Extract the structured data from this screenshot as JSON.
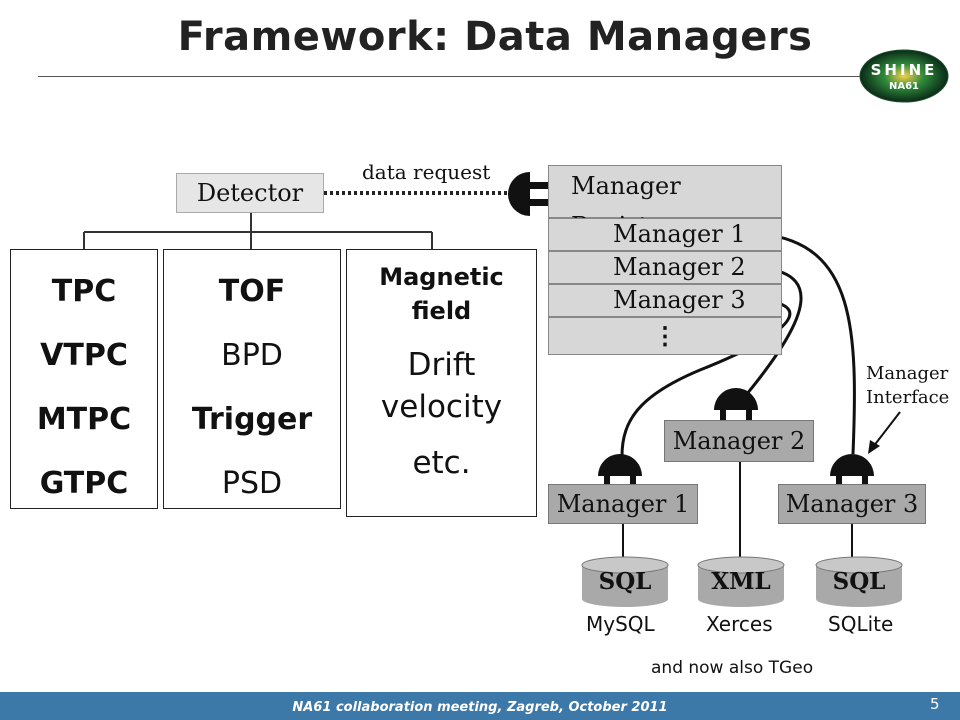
{
  "title": "Framework: Data Managers",
  "logo": {
    "text_top": "SHINE",
    "text_bottom": "NA61"
  },
  "detector": {
    "label": "Detector",
    "request_label": "data request"
  },
  "columns": {
    "col1": [
      "TPC",
      "VTPC",
      "MTPC",
      "GTPC"
    ],
    "col2": [
      "TOF",
      "BPD",
      "Trigger",
      "PSD"
    ],
    "col3": {
      "header": "Magnetic field",
      "line1": "Drift velocity",
      "line2": "etc."
    }
  },
  "registry": {
    "title": "Manager Registry",
    "items": [
      "Manager 1",
      "Manager 2",
      "Manager 3"
    ],
    "ellipsis": "⋮",
    "interface_label": "Manager Interface"
  },
  "managers": [
    "Manager 1",
    "Manager 2",
    "Manager 3"
  ],
  "databases": [
    {
      "icon_text": "SQL",
      "label": "MySQL"
    },
    {
      "icon_text": "XML",
      "label": "Xerces"
    },
    {
      "icon_text": "SQL",
      "label": "SQLite"
    }
  ],
  "note": "and now also TGeo",
  "footer": {
    "text": "NA61 collaboration meeting, Zagreb, October 2011",
    "page": "5"
  },
  "colors": {
    "footer": "#3c78a8",
    "registry_gray": "#d7d7d7",
    "manager_gray": "#a9a9a9"
  }
}
